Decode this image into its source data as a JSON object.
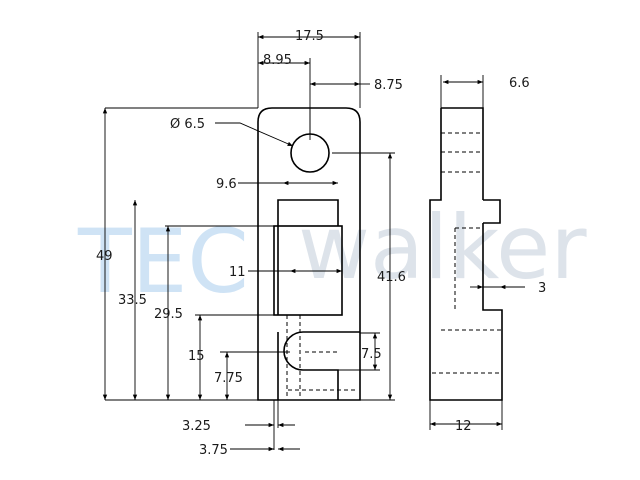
{
  "watermark": {
    "part1": "TEC",
    "part2": "walker",
    "color1": "#cfe3f5",
    "color2": "#dde3ea"
  },
  "colors": {
    "line": "#000000",
    "hidden": "#000000"
  },
  "dimensions": {
    "d_17_5": "17.5",
    "d_8_95": "8.95",
    "d_8_75": "8.75",
    "d_hole": "Ø 6.5",
    "d_9_6": "9.6",
    "d_49": "49",
    "d_33_5": "33.5",
    "d_29_5": "29.5",
    "d_11": "11",
    "d_41_6": "41.6",
    "d_15": "15",
    "d_7_75": "7.75",
    "d_7_5": "7.5",
    "d_3_25": "3.25",
    "d_3_75": "3.75",
    "d_6_6": "6.6",
    "d_3": "3",
    "d_12": "12"
  }
}
